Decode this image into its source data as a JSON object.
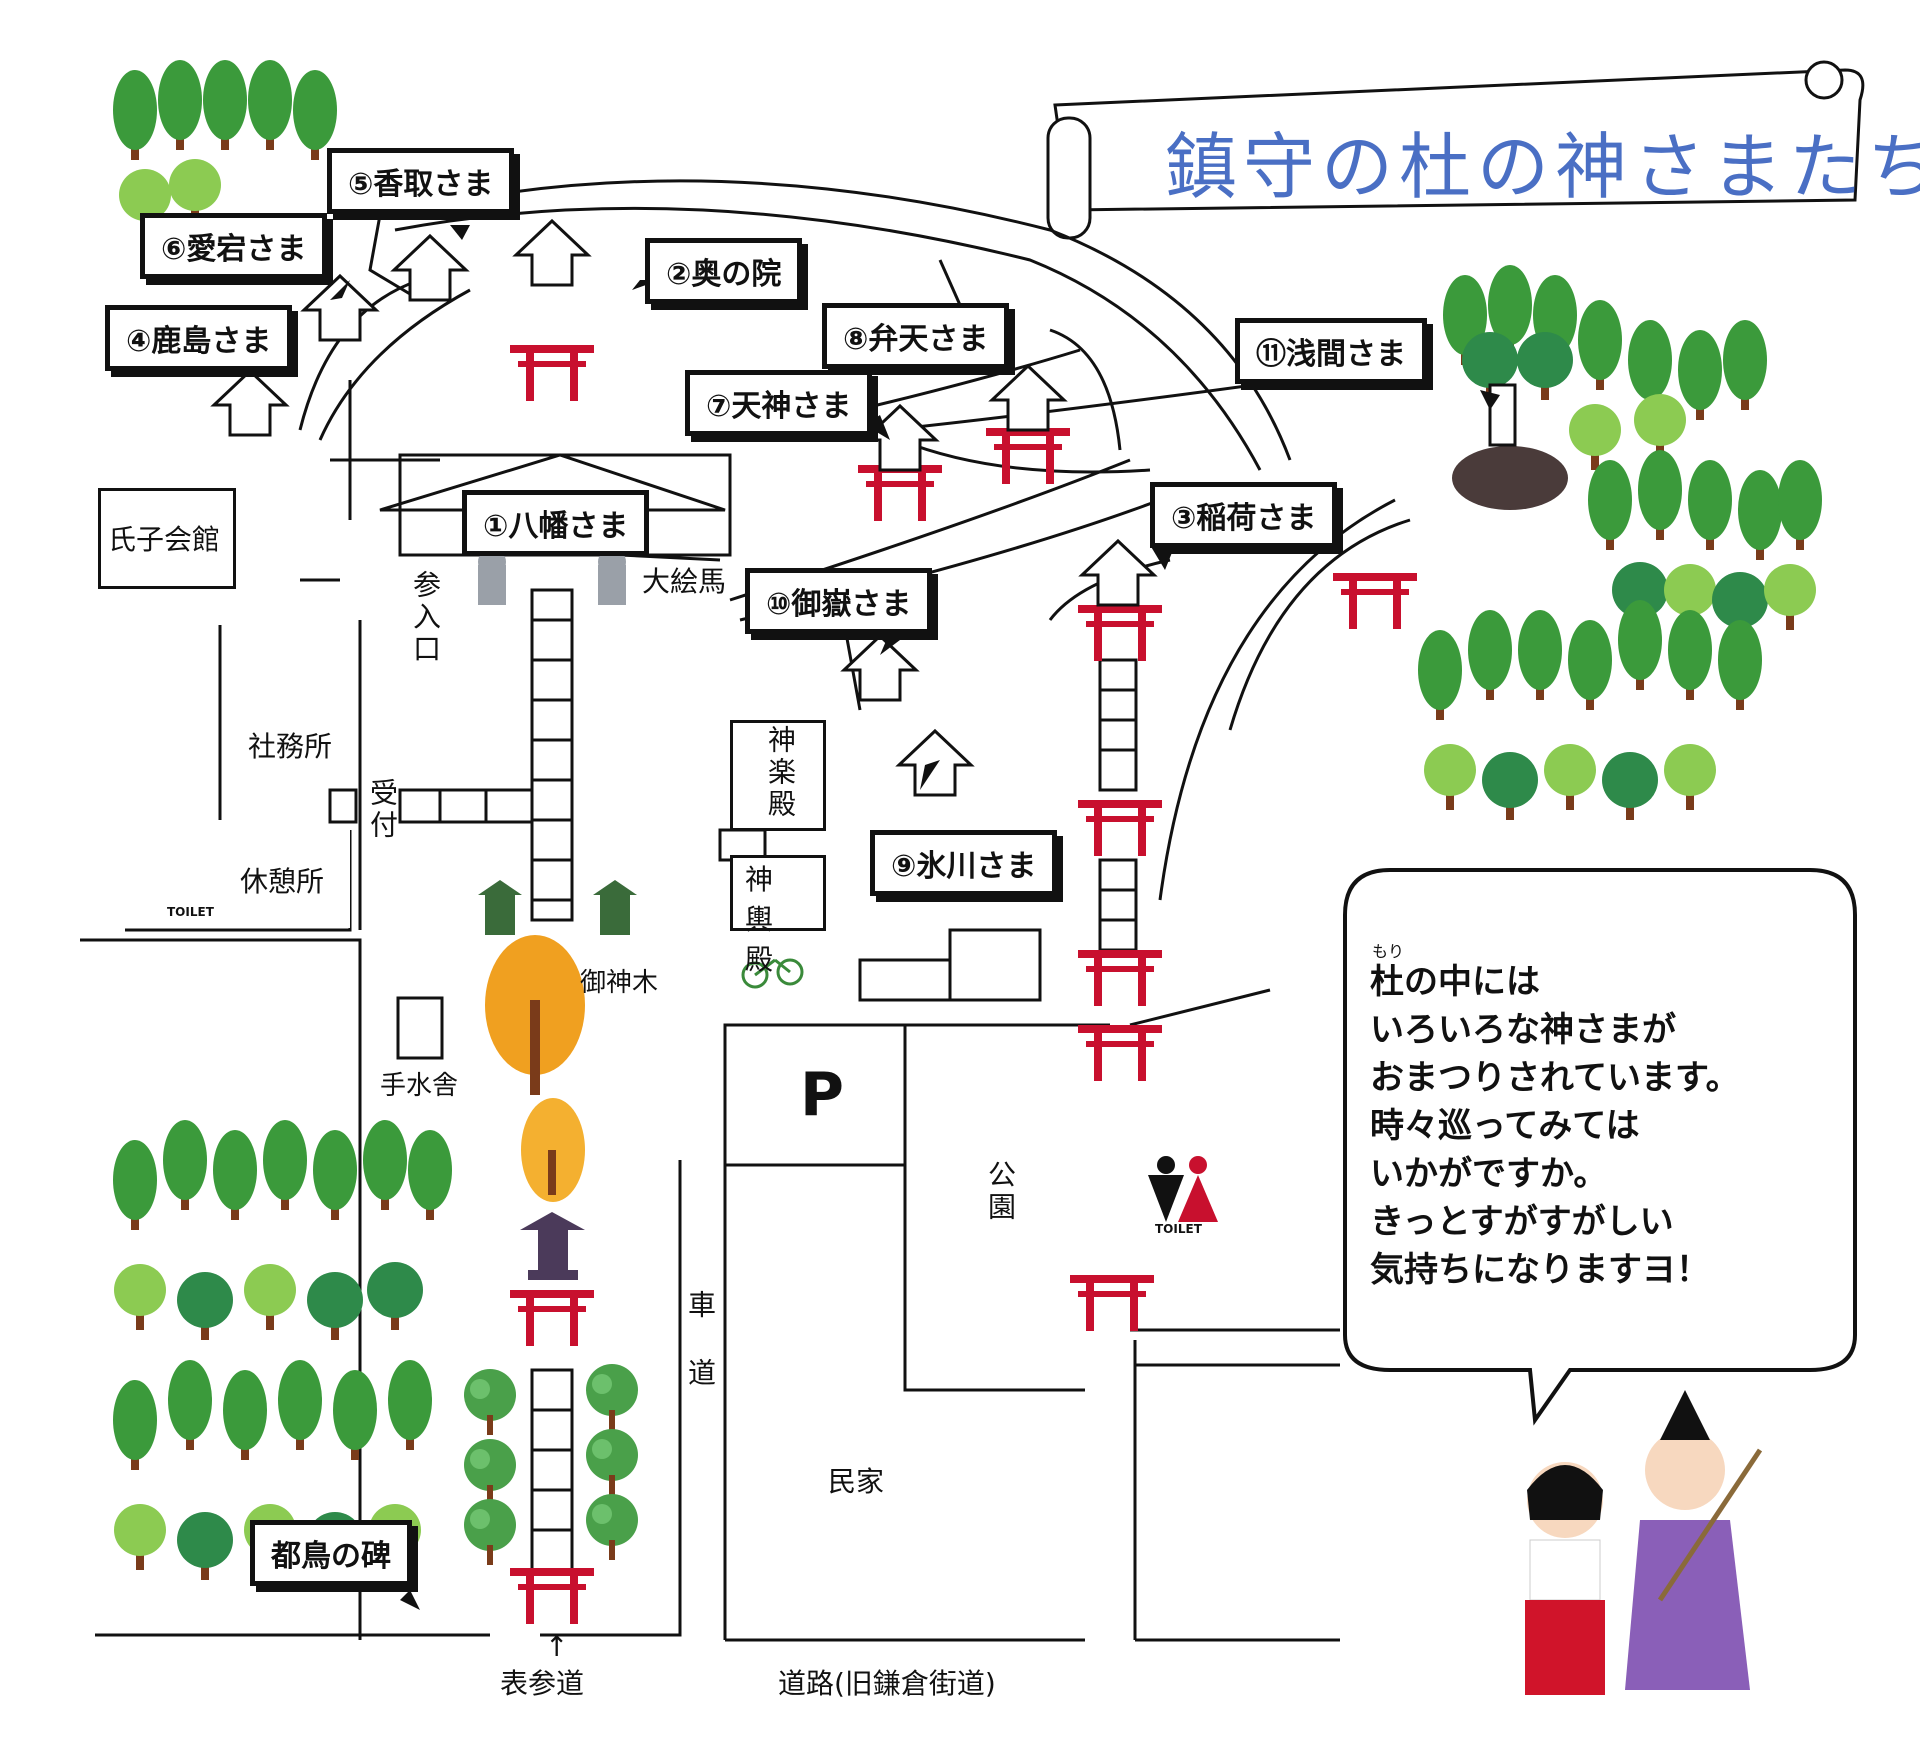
{
  "title": "鎮守の杜の神さまたち",
  "shrines": {
    "hachiman": "①八幡さま",
    "okunoin": "②奥の院",
    "inari": "③稲荷さま",
    "kashima": "④鹿島さま",
    "katori": "⑤香取さま",
    "atago": "⑥愛宕さま",
    "tenjin": "⑦天神さま",
    "benten": "⑧弁天さま",
    "hikawa": "⑨氷川さま",
    "mitake": "⑩御嶽さま",
    "sengen": "⑪浅間さま"
  },
  "places": {
    "ujiko": "氏子会館",
    "ema": "大絵馬",
    "sando_iriguchi": "参入口",
    "shamusho": "社務所",
    "uketsuke": "受付",
    "kyukeijo": "休憩所",
    "kagura": "神楽殿",
    "shinyo": "神輿殿",
    "goshinboku": "御神木",
    "temizusha": "手水舎",
    "miyakodori": "都鳥の碑",
    "parking": "P",
    "park": "公園",
    "minka": "民家",
    "kurumamichi": "車道",
    "omotesando": "表参道",
    "douro": "道路(旧鎌倉街道)",
    "toilet": "TOILET",
    "arrow_up": "↑"
  },
  "bubble": {
    "furigana": "もり",
    "text": "杜の中には\nいろいろな神さまが\nおまつりされています。\n時々巡ってみては\nいかがですか。\nきっとすがすがしい\n気持ちになりますヨ！"
  },
  "colors": {
    "torii": "#c8102e",
    "tree_green": "#3b9a3b",
    "tree_light": "#7cc24a",
    "ginkgo": "#f0a020",
    "title_blue": "#4a6fc4",
    "robe_purple": "#8a5fb8"
  }
}
